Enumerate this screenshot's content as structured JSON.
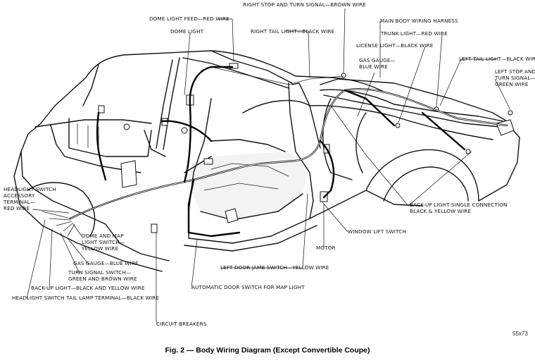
{
  "labels": {
    "right_stop_turn": "RIGHT STOP AND TURN SIGNAL—BROWN WIRE",
    "dome_light_feed": "DOME LIGHT FEED—RED WIRE",
    "main_body_harness": "MAIN BODY WIRING HARNESS",
    "dome_light": "DOME LIGHT",
    "right_tail_light": "RIGHT TAIL LIGHT—BLACK WIRE",
    "trunk_light": "TRUNK LIGHT—RED WIRE",
    "license_light": "LICENSE LIGHT—BLACK WIRE",
    "left_tail_light": "LEFT TAIL LIGHT—BLACK WIRE",
    "gas_gauge_1": "GAS GAUGE—",
    "gas_gauge_2": "BLUE WIRE",
    "left_stop_1": "LEFT STOP AND",
    "left_stop_2": "TURN SIGNAL—",
    "left_stop_3": "GREEN WIRE",
    "headlight_acc_1": "HEADLIGHT SWITCH",
    "headlight_acc_2": "ACCESSORY",
    "headlight_acc_3": "TERMINAL—",
    "headlight_acc_4": "RED WIRE",
    "backup_single_1": "BACK-UP LIGHT SINGLE CONNECTION",
    "backup_single_2": "BLACK & YELLOW WIRE",
    "dome_map_1": "DOME AND MAP",
    "dome_map_2": "LIGHT SWITCH—",
    "dome_map_3": "YELLOW WIRE",
    "window_lift": "WINDOW LIFT SWITCH",
    "gas_gauge_blue": "GAS GAUGE—BLUE WIRE",
    "motor": "MOTOR",
    "turn_signal_1": "TURN SIGNAL SWITCH—",
    "turn_signal_2": "GREEN AND BROWN WIRE",
    "left_door_jamb": "LEFT DOOR JAMB SWITCH—YELLOW WIRE",
    "backup_light": "BACK-UP LIGHT—BLACK AND YELLOW WIRE",
    "auto_door": "AUTOMATIC DOOR SWITCH FOR MAP LIGHT",
    "headlight_tail": "HEADLIGHT SWITCH TAIL LAMP TERMINAL—BLACK WIRE",
    "circuit_breakers": "CIRCUIT BREAKERS"
  },
  "figure_number": "55x73",
  "caption": "Fig. 2 — Body Wiring Diagram (Except Convertible Coupe)"
}
